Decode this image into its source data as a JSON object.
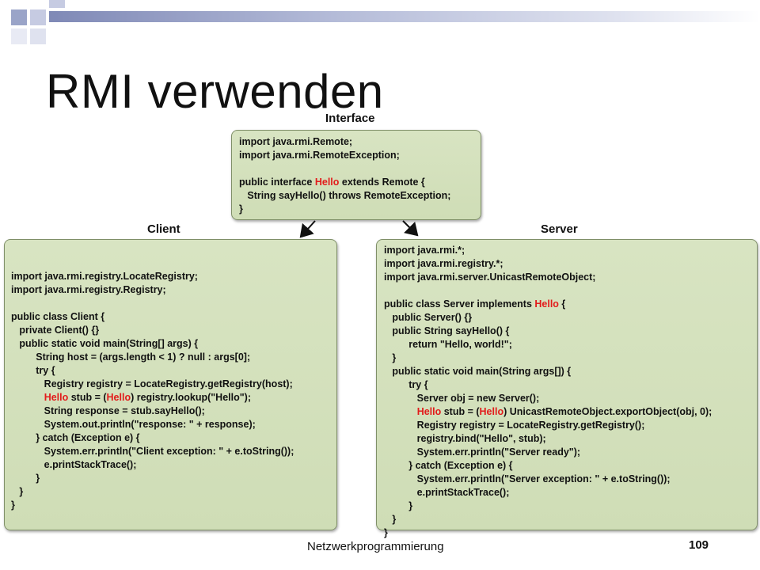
{
  "title": "RMI verwenden",
  "labels": {
    "interface": "Interface",
    "client": "Client",
    "server": "Server"
  },
  "footer": {
    "text": "Netzwerkprogrammierung",
    "page": "109"
  },
  "colors": {
    "box_fill": "#d4e0bd",
    "highlight": "#e21b1b",
    "deco": "#9aa4c8"
  },
  "interface_code": [
    [
      "import java.rmi.Remote;"
    ],
    [
      "import java.rmi.RemoteException;"
    ],
    [
      ""
    ],
    [
      "public interface ",
      {
        "hl": "Hello"
      },
      " extends Remote {"
    ],
    [
      "   String sayHello() throws RemoteException;"
    ],
    [
      "}"
    ]
  ],
  "client_code": [
    [
      "import java.rmi.registry.LocateRegistry;"
    ],
    [
      "import java.rmi.registry.Registry;"
    ],
    [
      ""
    ],
    [
      "public class Client {"
    ],
    [
      "   private Client() {}"
    ],
    [
      "   public static void main(String[] args) {"
    ],
    [
      "         String host = (args.length < 1) ? null : args[0];"
    ],
    [
      "         try {"
    ],
    [
      "            Registry registry = LocateRegistry.getRegistry(host);"
    ],
    [
      "            ",
      {
        "hl": "Hello"
      },
      " stub = (",
      {
        "hl": "Hello"
      },
      ") registry.lookup(\"Hello\");"
    ],
    [
      "            String response = stub.sayHello();"
    ],
    [
      "            System.out.println(\"response: \" + response);"
    ],
    [
      "         } catch (Exception e) {"
    ],
    [
      "            System.err.println(\"Client exception: \" + e.toString());"
    ],
    [
      "            e.printStackTrace();"
    ],
    [
      "         }"
    ],
    [
      "   }"
    ],
    [
      "}"
    ]
  ],
  "server_code": [
    [
      "import java.rmi.*;"
    ],
    [
      "import java.rmi.registry.*;"
    ],
    [
      "import java.rmi.server.UnicastRemoteObject;"
    ],
    [
      ""
    ],
    [
      "public class Server implements ",
      {
        "hl": "Hello"
      },
      " {"
    ],
    [
      "   public Server() {}"
    ],
    [
      "   public String sayHello() {"
    ],
    [
      "         return \"Hello, world!\";"
    ],
    [
      "   }"
    ],
    [
      "   public static void main(String args[]) {"
    ],
    [
      "         try {"
    ],
    [
      "            Server obj = new Server();"
    ],
    [
      "            ",
      {
        "hl": "Hello"
      },
      " stub = (",
      {
        "hl": "Hello"
      },
      ") UnicastRemoteObject.exportObject(obj, 0);"
    ],
    [
      "            Registry registry = LocateRegistry.getRegistry();"
    ],
    [
      "            registry.bind(\"Hello\", stub);"
    ],
    [
      "            System.err.println(\"Server ready\");"
    ],
    [
      "         } catch (Exception e) {"
    ],
    [
      "            System.err.println(\"Server exception: \" + e.toString());"
    ],
    [
      "            e.printStackTrace();"
    ],
    [
      "         }"
    ],
    [
      "   }"
    ],
    [
      "}"
    ]
  ]
}
